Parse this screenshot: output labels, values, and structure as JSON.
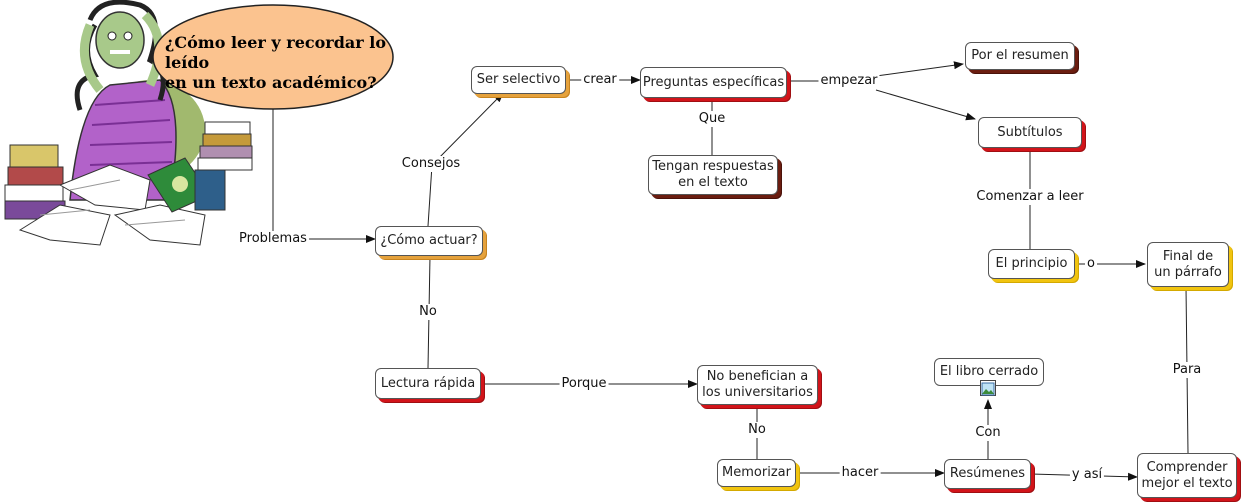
{
  "title_bubble": {
    "text": "¿Cómo leer y recordar lo leído\nen un texto académico?"
  },
  "nodes": {
    "como_actuar": "¿Cómo actuar?",
    "ser_selectivo": "Ser selectivo",
    "preguntas": "Preguntas específicas",
    "respuestas": "Tengan respuestas\nen el texto",
    "por_resumen": "Por el resumen",
    "subtitulos": "Subtítulos",
    "principio": "El principio",
    "final_parrafo": "Final de\nun párrafo",
    "lectura_rapida": "Lectura rápida",
    "no_benefician": "No benefician a\nlos universitarios",
    "memorizar": "Memorizar",
    "libro_cerrado": "El libro cerrado",
    "resumenes": "Resúmenes",
    "comprender": "Comprender\nmejor el texto"
  },
  "links": {
    "problemas": "Problemas",
    "consejos": "Consejos",
    "crear": "crear",
    "empezar": "empezar",
    "que": "Que",
    "comenzar": "Comenzar a leer",
    "o": "o",
    "no1": "No",
    "porque": "Porque",
    "no2": "No",
    "hacer": "hacer",
    "con": "Con",
    "y_asi": "y así",
    "para": "Para"
  },
  "colors": {
    "line": "#222222",
    "bubble_fill": "#fbc38f",
    "shadow_orange": "#e6a23c",
    "shadow_red": "#d2141a",
    "shadow_yellow": "#f1c40f",
    "shadow_brown": "#6b1d10"
  },
  "icons": {
    "image_thumbnail": "picture-icon",
    "illustration": "stressed-student-with-books"
  }
}
